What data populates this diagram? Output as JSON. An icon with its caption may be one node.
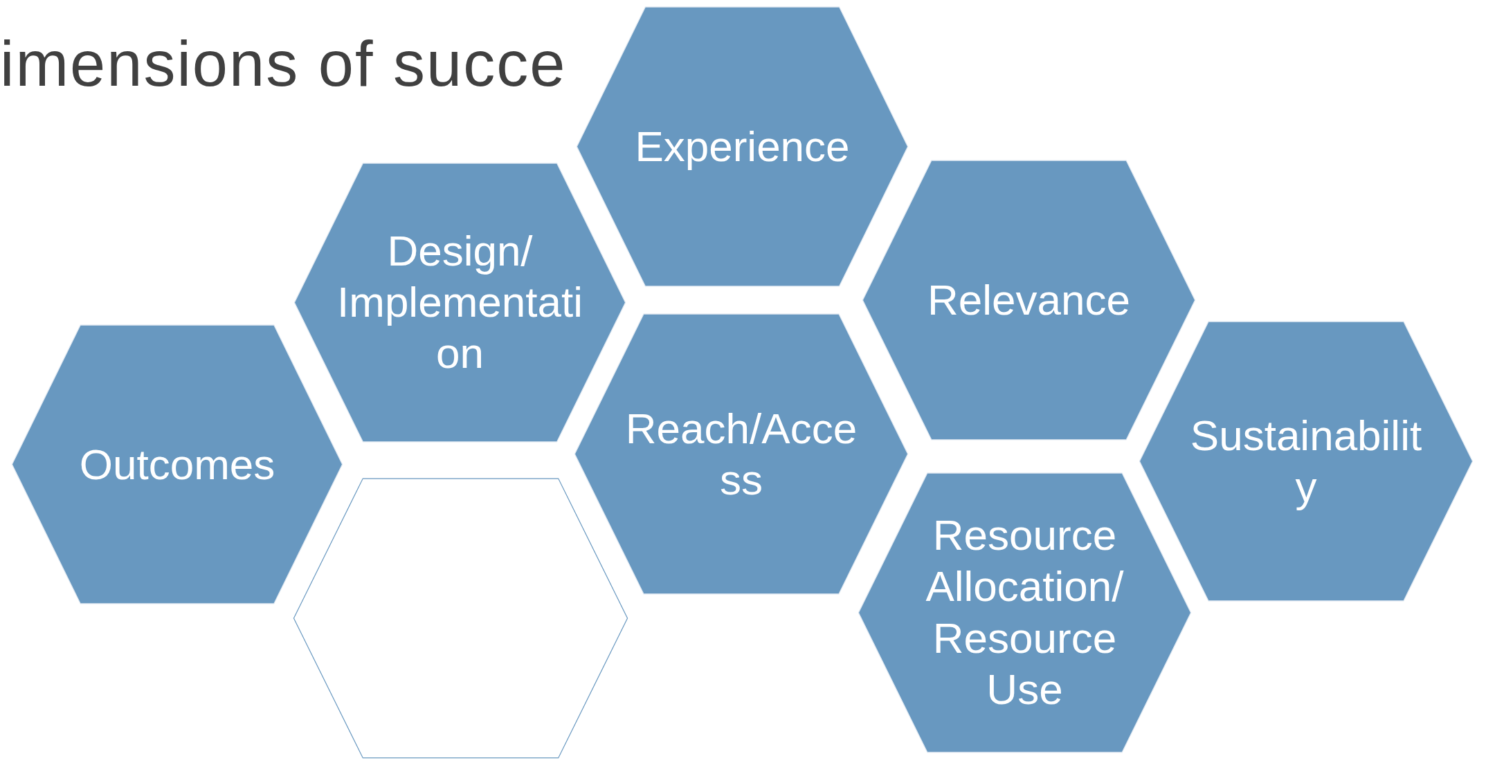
{
  "diagram": {
    "title": "imensions of succe",
    "nodes": [
      {
        "text": [
          "Experience"
        ]
      },
      {
        "text": [
          "Design/ Implementation"
        ]
      },
      {
        "text": [
          "Relevance"
        ]
      },
      {
        "text": [
          "Outcomes"
        ]
      },
      {
        "text": [
          "Reach/Access"
        ]
      },
      {
        "text": [
          "Sustainability"
        ]
      },
      {
        "text": [],
        "shape": "hexagon"
      },
      {
        "text": [
          "Resource Allocation/ Resource Use"
        ]
      }
    ]
  }
}
